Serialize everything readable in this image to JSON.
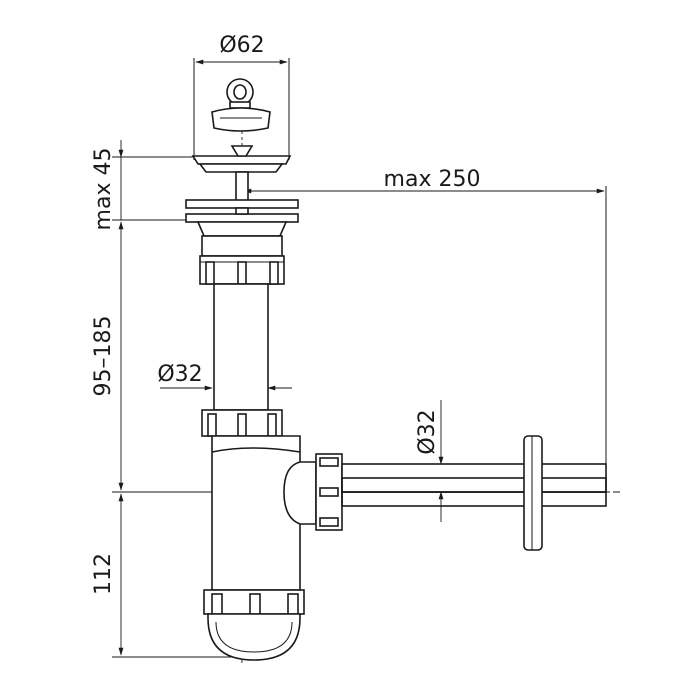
{
  "dimensions": {
    "top_diameter": "Ø62",
    "height_strainer": "max 45",
    "outlet_length": "max 250",
    "pipe_height_range": "95–185",
    "pipe_diameter": "Ø32",
    "outlet_diameter": "Ø32",
    "trap_height": "112"
  },
  "colors": {
    "line": "#1a1a1a",
    "background": "#ffffff"
  }
}
